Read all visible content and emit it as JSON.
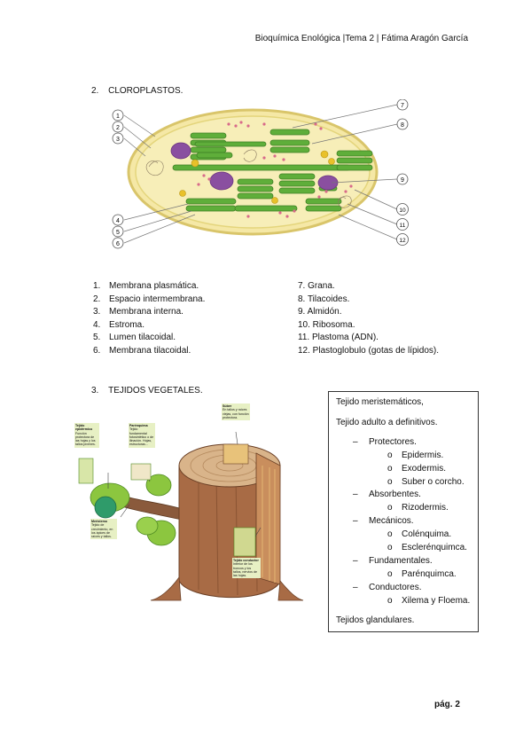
{
  "header": "Bioquímica Enológica |Tema 2 | Fátima Aragón García",
  "section1": {
    "number": "2.",
    "title": "CLOROPLASTOS."
  },
  "diagram_callouts": [
    "1",
    "2",
    "3",
    "4",
    "5",
    "6",
    "7",
    "8",
    "9",
    "10",
    "11",
    "12"
  ],
  "legend_left": [
    {
      "n": "1.",
      "label": "Membrana plasmática."
    },
    {
      "n": "2.",
      "label": "Espacio intermembrana."
    },
    {
      "n": "3.",
      "label": "Membrana interna."
    },
    {
      "n": "4.",
      "label": "Estroma."
    },
    {
      "n": "5.",
      "label": "Lumen tilacoidal."
    },
    {
      "n": "6.",
      "label": "Membrana tilacoidal."
    }
  ],
  "legend_right": [
    "7. Grana.",
    "8. Tilacoides.",
    "9. Almidón.",
    "10. Ribosoma.",
    "11. Plastoma (ADN).",
    "12. Plastoglobulo (gotas de lípidos)."
  ],
  "section2": {
    "number": "3.",
    "title": "TEJIDOS VEGETALES."
  },
  "illustration": {
    "labels": [
      {
        "title": "Tejido epidérmico",
        "desc": "Función protectora de las hojas y los tallos jóvenes."
      },
      {
        "title": "Parénquima",
        "desc": "Tejido fundamental fotosintético o de ilinación. Hojas, estructuras..."
      },
      {
        "title": "Súber",
        "desc": "En tallos y raíces viejas, con función protectora."
      },
      {
        "title": "Meristemo",
        "desc": "Tejido de crecimiento, en los ápices de raíces y tallos."
      },
      {
        "title": "Tejido conductor",
        "desc": "Interior de los troncos y los tallos, nervios de las hojas."
      }
    ]
  },
  "box": {
    "lines": [
      {
        "text": "Tejido meristemáticos,",
        "level": 0
      },
      {
        "text": "Tejido adulto a definitivos.",
        "level": 0
      },
      {
        "text": "Protectores.",
        "level": 1
      },
      {
        "text": "Epidermis.",
        "level": 2
      },
      {
        "text": "Exodermis.",
        "level": 2
      },
      {
        "text": "Suber o corcho.",
        "level": 2
      },
      {
        "text": "Absorbentes.",
        "level": 1
      },
      {
        "text": "Rizodermis.",
        "level": 2
      },
      {
        "text": "Mecánicos.",
        "level": 1
      },
      {
        "text": "Colénquima.",
        "level": 2
      },
      {
        "text": "Esclerénquimca.",
        "level": 2
      },
      {
        "text": "Fundamentales.",
        "level": 1
      },
      {
        "text": "Parénquimca.",
        "level": 2
      },
      {
        "text": "Conductores.",
        "level": 1
      },
      {
        "text": "Xilema y Floema.",
        "level": 2
      },
      {
        "text": "Tejidos glandulares.",
        "level": 0
      }
    ],
    "bullet_level1": "–",
    "bullet_level2": "o"
  },
  "page_number": "pág. 2"
}
